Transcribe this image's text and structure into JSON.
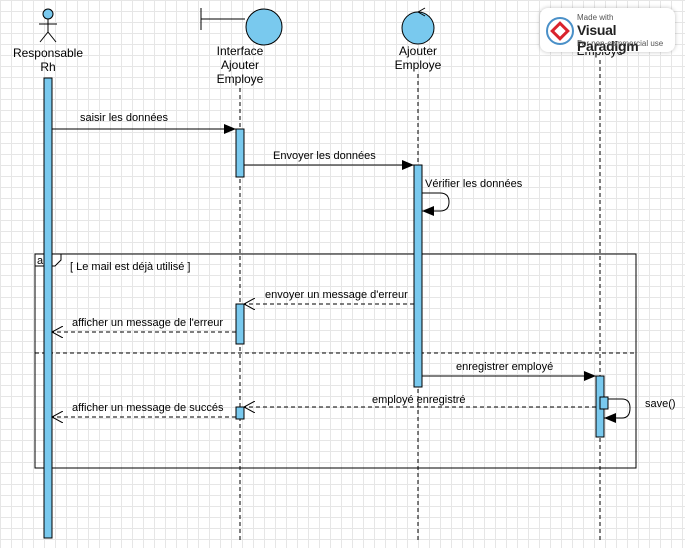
{
  "participants": {
    "actor": {
      "line1": "Responsable",
      "line2": "Rh"
    },
    "boundary": {
      "line1": "Interface",
      "line2": "Ajouter",
      "line3": "Employe"
    },
    "control": {
      "line1": "Ajouter",
      "line2": "Employe"
    },
    "entity": {
      "line1": "Employe"
    }
  },
  "messages": {
    "m1": "saisir  les données",
    "m2": "Envoyer les données",
    "m3": "Vérifier les données",
    "m4": "envoyer un message d'erreur",
    "m5": "afficher un message de l'erreur",
    "m6": "enregistrer employé",
    "m7": "employé enregistré",
    "m8": "afficher un message de succés",
    "m9": "save()"
  },
  "fragment": {
    "operator": "alt",
    "guard": "[ Le mail est déjà utilisé ]"
  },
  "watermark": {
    "made_with": "Made with",
    "brand": "Visual Paradigm",
    "note": "For non-commercial use"
  },
  "colors": {
    "activation": "#79c9ee",
    "actor_fill": "#79c9ee"
  }
}
